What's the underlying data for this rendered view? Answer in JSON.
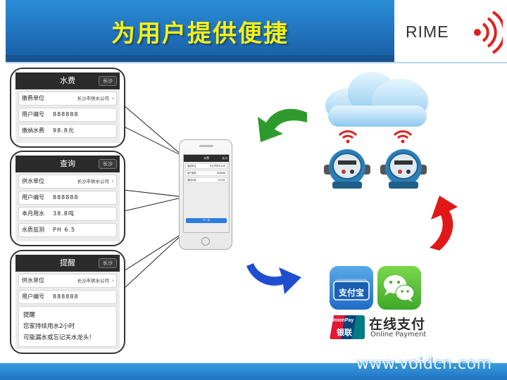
{
  "header": {
    "title": "为用户提供便捷",
    "logo_text": "RIME"
  },
  "panel_fee": {
    "nav_title": "水费",
    "nav_button": "长沙",
    "rows": [
      {
        "label": "缴费单位",
        "value": "",
        "right": "长沙市供水公司",
        "chevron": "›"
      },
      {
        "label": "用户编号",
        "value": "888888",
        "right": "",
        "chevron": ""
      },
      {
        "label": "缴纳水费",
        "value": "98.8元",
        "right": "",
        "chevron": ""
      }
    ]
  },
  "panel_query": {
    "nav_title": "查询",
    "nav_button": "长沙",
    "rows": [
      {
        "label": "供水单位",
        "value": "",
        "right": "长沙市供水公司",
        "chevron": "›"
      },
      {
        "label": "用户编号",
        "value": "888888",
        "right": "",
        "chevron": ""
      },
      {
        "label": "本月用水",
        "value": "38.8吨",
        "right": "",
        "chevron": ""
      },
      {
        "label": "水质监测",
        "value": "PH 6.5",
        "right": "",
        "chevron": ""
      }
    ]
  },
  "panel_remind": {
    "nav_title": "提醒",
    "nav_button": "长沙",
    "rows": [
      {
        "label": "供水单位",
        "value": "",
        "right": "长沙市供水公司",
        "chevron": "›"
      },
      {
        "label": "用户编号",
        "value": "888888",
        "right": "",
        "chevron": ""
      }
    ],
    "message": [
      "提醒",
      "您家持续用水2小时",
      "可能漏水或忘记关水龙头!"
    ]
  },
  "phone": {
    "nav_title": "水费",
    "nav_button": "长沙",
    "rows": [
      {
        "label": "缴费单位",
        "right": "长沙市供水公司"
      },
      {
        "label": "用户编号",
        "right": "888888"
      },
      {
        "label": "缴纳水费",
        "right": "98.8元"
      }
    ],
    "button": "下一步"
  },
  "payment": {
    "alipay": "支付宝",
    "unionpay_top": "UnionPay",
    "unionpay_cn": "银联",
    "online_cn": "在线支付",
    "online_en": "Online Payment"
  },
  "watermark": "www.voidcn.com",
  "colors": {
    "header_blue": "#1f6fb8",
    "title_yellow": "#f6f013",
    "arrow_green": "#2e9a2e",
    "arrow_blue": "#1f4fd0",
    "arrow_red": "#e01818",
    "wave_red": "#e02020"
  }
}
